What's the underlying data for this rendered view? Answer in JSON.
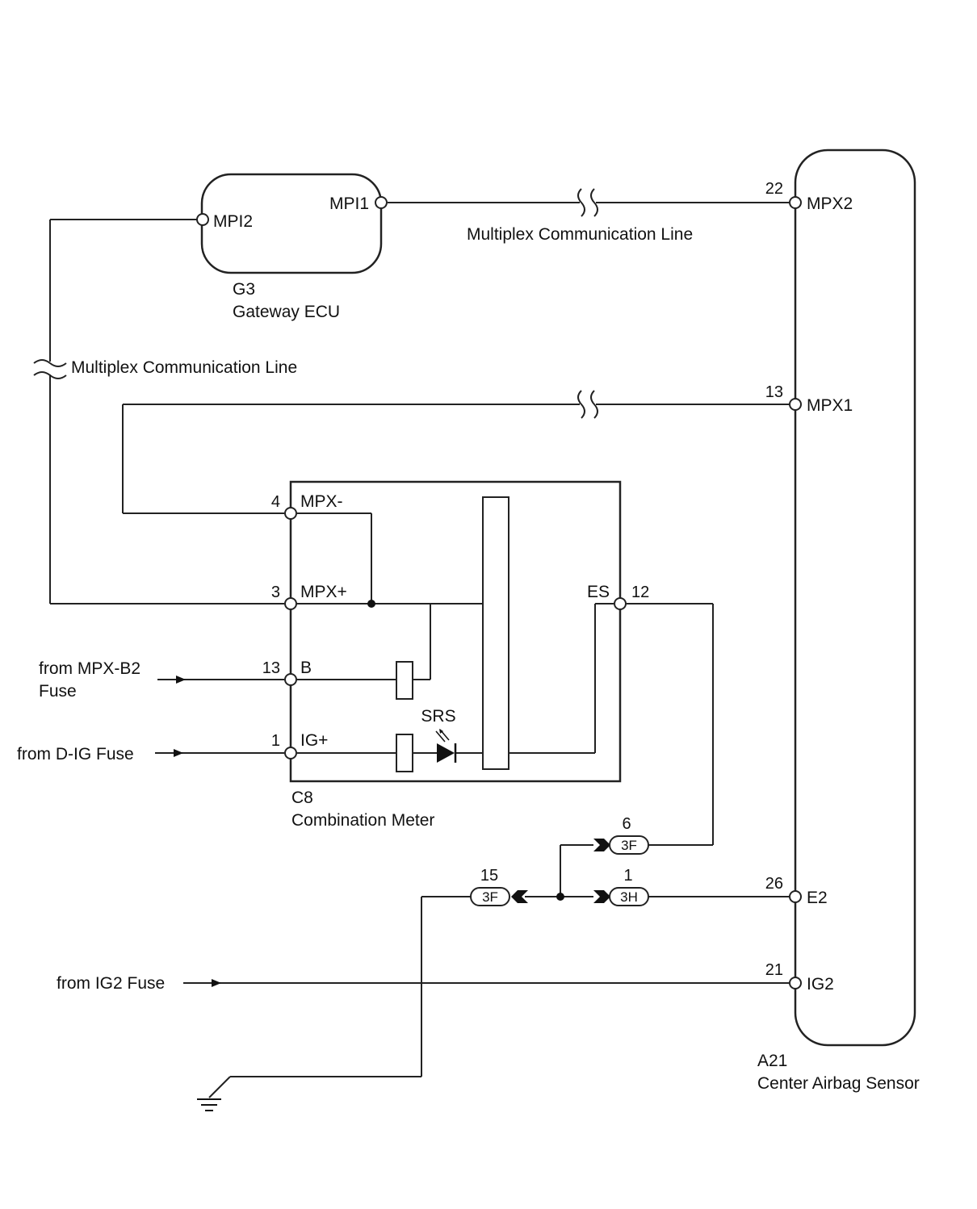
{
  "components": {
    "gateway": {
      "code": "G3",
      "name": "Gateway ECU"
    },
    "meter": {
      "code": "C8",
      "name": "Combination Meter"
    },
    "airbag": {
      "code": "A21",
      "name": "Center Airbag Sensor"
    }
  },
  "pins": {
    "mpi1": "MPI1",
    "mpi2": "MPI2",
    "mpx2": {
      "num": "22",
      "name": "MPX2"
    },
    "mpx1": {
      "num": "13",
      "name": "MPX1"
    },
    "e2": {
      "num": "26",
      "name": "E2"
    },
    "ig2": {
      "num": "21",
      "name": "IG2"
    },
    "mpx_minus": {
      "num": "4",
      "name": "MPX-"
    },
    "mpx_plus": {
      "num": "3",
      "name": "MPX+"
    },
    "b": {
      "num": "13",
      "name": "B"
    },
    "ig_plus": {
      "num": "1",
      "name": "IG+"
    },
    "es": {
      "num": "12",
      "name": "ES"
    }
  },
  "labels": {
    "comm_line_top": "Multiplex Communication Line",
    "comm_line_left": "Multiplex Communication Line",
    "srs": "SRS",
    "from_mpx_b2": "from MPX-B2",
    "fuse": "Fuse",
    "from_dig": "from D-IG Fuse",
    "from_ig2": "from IG2 Fuse"
  },
  "connectors": [
    {
      "num": "6",
      "code": "3F"
    },
    {
      "num": "1",
      "code": "3H"
    },
    {
      "num": "15",
      "code": "3F"
    }
  ]
}
